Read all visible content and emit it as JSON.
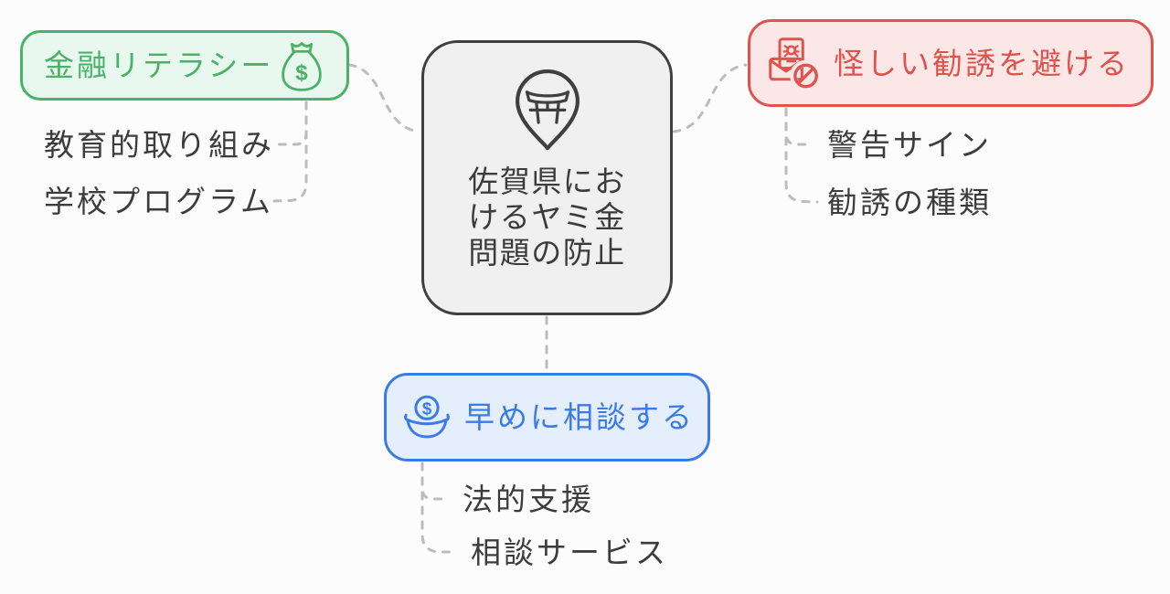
{
  "canvas": {
    "background": "#fcfcfc",
    "connector_color": "#bcbcbc"
  },
  "center": {
    "title": "佐賀県におけるヤミ金問題の防止",
    "title_lines": [
      "佐賀県にお",
      "けるヤミ金",
      "問題の防止"
    ],
    "icon": "torii-map-pin-icon",
    "border_color": "#3f3f3f",
    "background": "#f0f0f0",
    "text_color": "#3b3b3b"
  },
  "branches": [
    {
      "id": "financial-literacy",
      "label": "金融リテラシー",
      "icon": "money-bag-icon",
      "accent_color": "#49b267",
      "background": "#e9f8ef",
      "children": [
        "教育的取り組み",
        "学校プログラム"
      ]
    },
    {
      "id": "avoid-suspicious-solicitation",
      "label": "怪しい勧誘を避ける",
      "icon": "spam-mail-blocked-icon",
      "accent_color": "#e0524e",
      "background": "#fbe7e6",
      "children": [
        "警告サイン",
        "勧誘の種類"
      ]
    },
    {
      "id": "consult-early",
      "label": "早めに相談する",
      "icon": "coin-donation-icon",
      "accent_color": "#3b7be8",
      "background": "#e5eefc",
      "children": [
        "法的支援",
        "相談サービス"
      ]
    }
  ],
  "child_text_color": "#3c3c3c"
}
